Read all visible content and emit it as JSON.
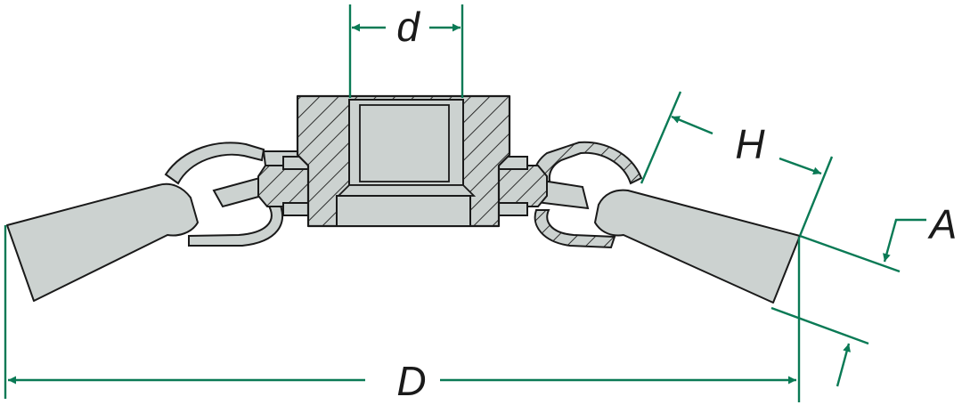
{
  "labels": {
    "bore_diameter": "d",
    "outer_diameter": "D",
    "height": "H",
    "trim_length": "A"
  },
  "colors": {
    "dimension_line": "#0a7a55",
    "part_fill": "#ccd2d0",
    "part_outline": "#1a1a1a",
    "hatch": "#1a1a1a",
    "background": "#ffffff"
  }
}
